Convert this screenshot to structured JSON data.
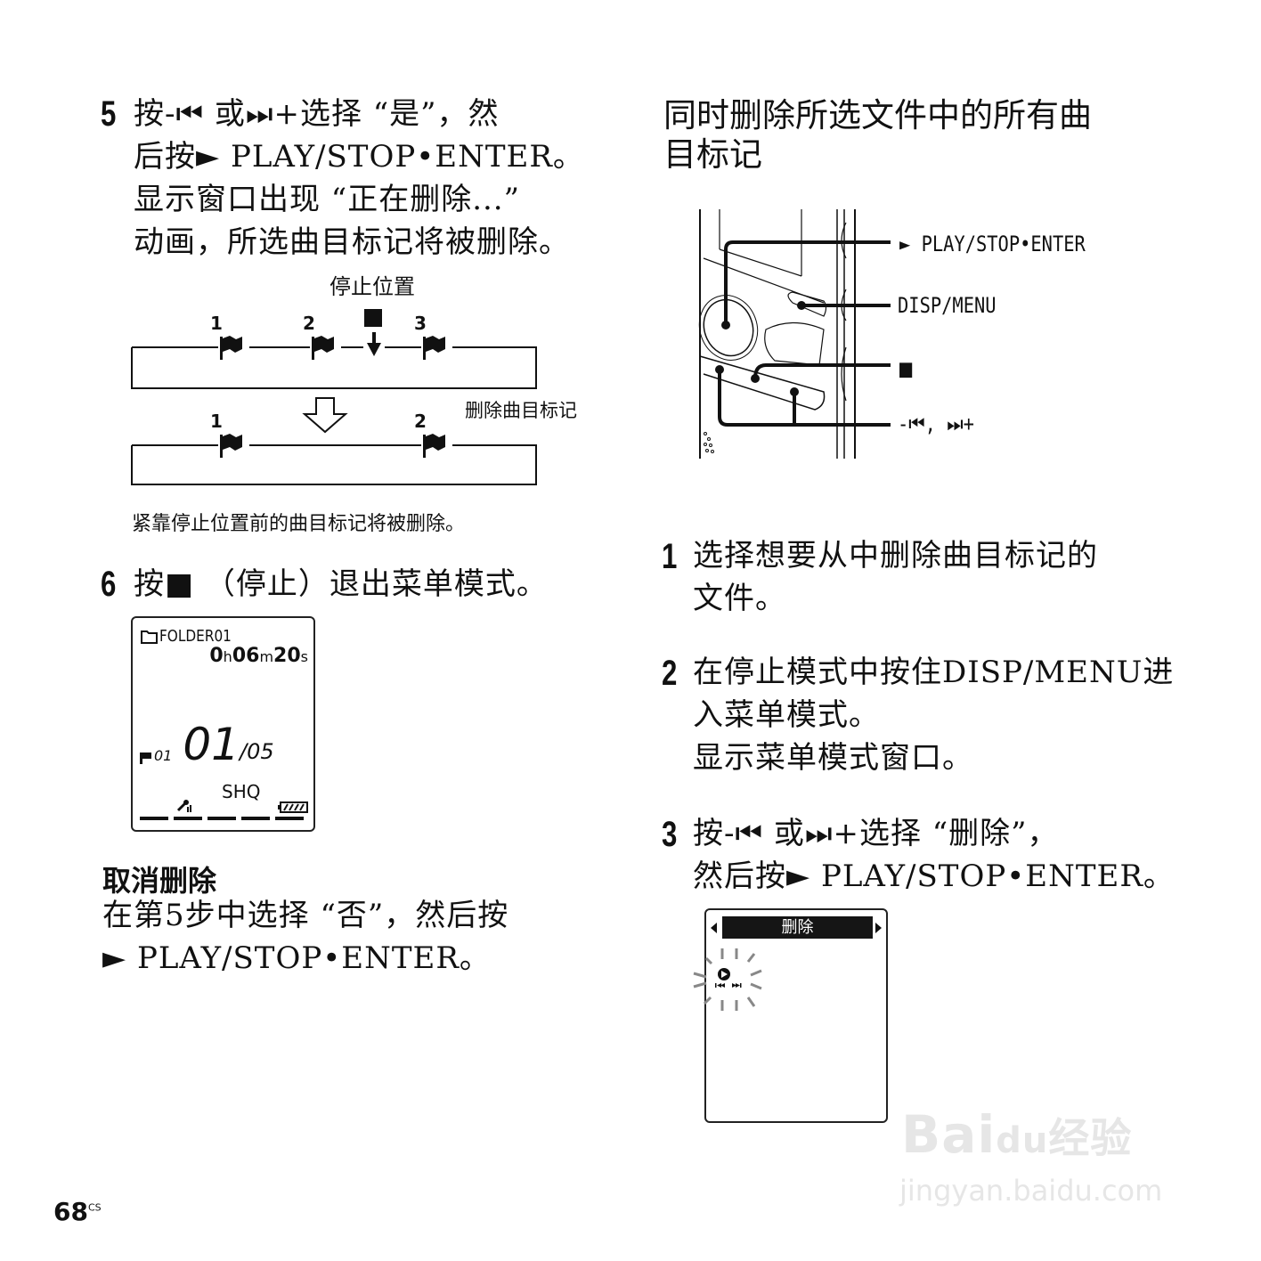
{
  "page": {
    "number": "68",
    "suffix": "CS"
  },
  "left_column": {
    "step5": {
      "num": "5",
      "lines": [
        "按-⏮ 或⏭+选择 “是”，然",
        "后按► PLAY/STOP•ENTER。",
        "显示窗口出现 “正在删除...”",
        "动画，所选曲目标记将被删除。"
      ]
    },
    "diagram": {
      "stop_label": "停止位置",
      "delete_label": "删除曲目标记",
      "top_marks": [
        "1",
        "2",
        "3"
      ],
      "bottom_marks": [
        "1",
        "2"
      ],
      "caption": "紧靠停止位置前的曲目标记将被删除。"
    },
    "step6": {
      "num": "6",
      "text": "按■ （停止）退出菜单模式。"
    },
    "lcd": {
      "folder": "FOLDER01",
      "time_h": "0",
      "time_h_unit": "h",
      "time_m": "06",
      "time_m_unit": "m",
      "time_s": "20",
      "time_s_unit": "s",
      "mark": "01",
      "track": "01",
      "total": "/05",
      "quality": "SHQ"
    },
    "cancel": {
      "title": "取消删除",
      "lines": [
        "在第5步中选择 “否”，然后按",
        "► PLAY/STOP•ENTER。"
      ]
    }
  },
  "right_column": {
    "heading": [
      "同时删除所选文件中的所有曲",
      "目标记"
    ],
    "device_labels": {
      "play": "► PLAY/STOP•ENTER",
      "disp": "DISP/MENU",
      "stop": "■",
      "skip": "-⏮, ⏭+"
    },
    "step1": {
      "num": "1",
      "lines": [
        "选择想要从中删除曲目标记的",
        "文件。"
      ]
    },
    "step2": {
      "num": "2",
      "lines": [
        "在停止模式中按住DISP/MENU进",
        "入菜单模式。",
        "显示菜单模式窗口。"
      ]
    },
    "step3": {
      "num": "3",
      "lines": [
        "按-⏮ 或⏭+选择 “删除”，",
        "然后按► PLAY/STOP•ENTER。"
      ]
    },
    "menu_lcd": {
      "title": "删除"
    }
  },
  "watermark": {
    "brand": "Bai",
    "brand2": "du",
    "cn": "经验",
    "url": "jingyan.baidu.com"
  }
}
